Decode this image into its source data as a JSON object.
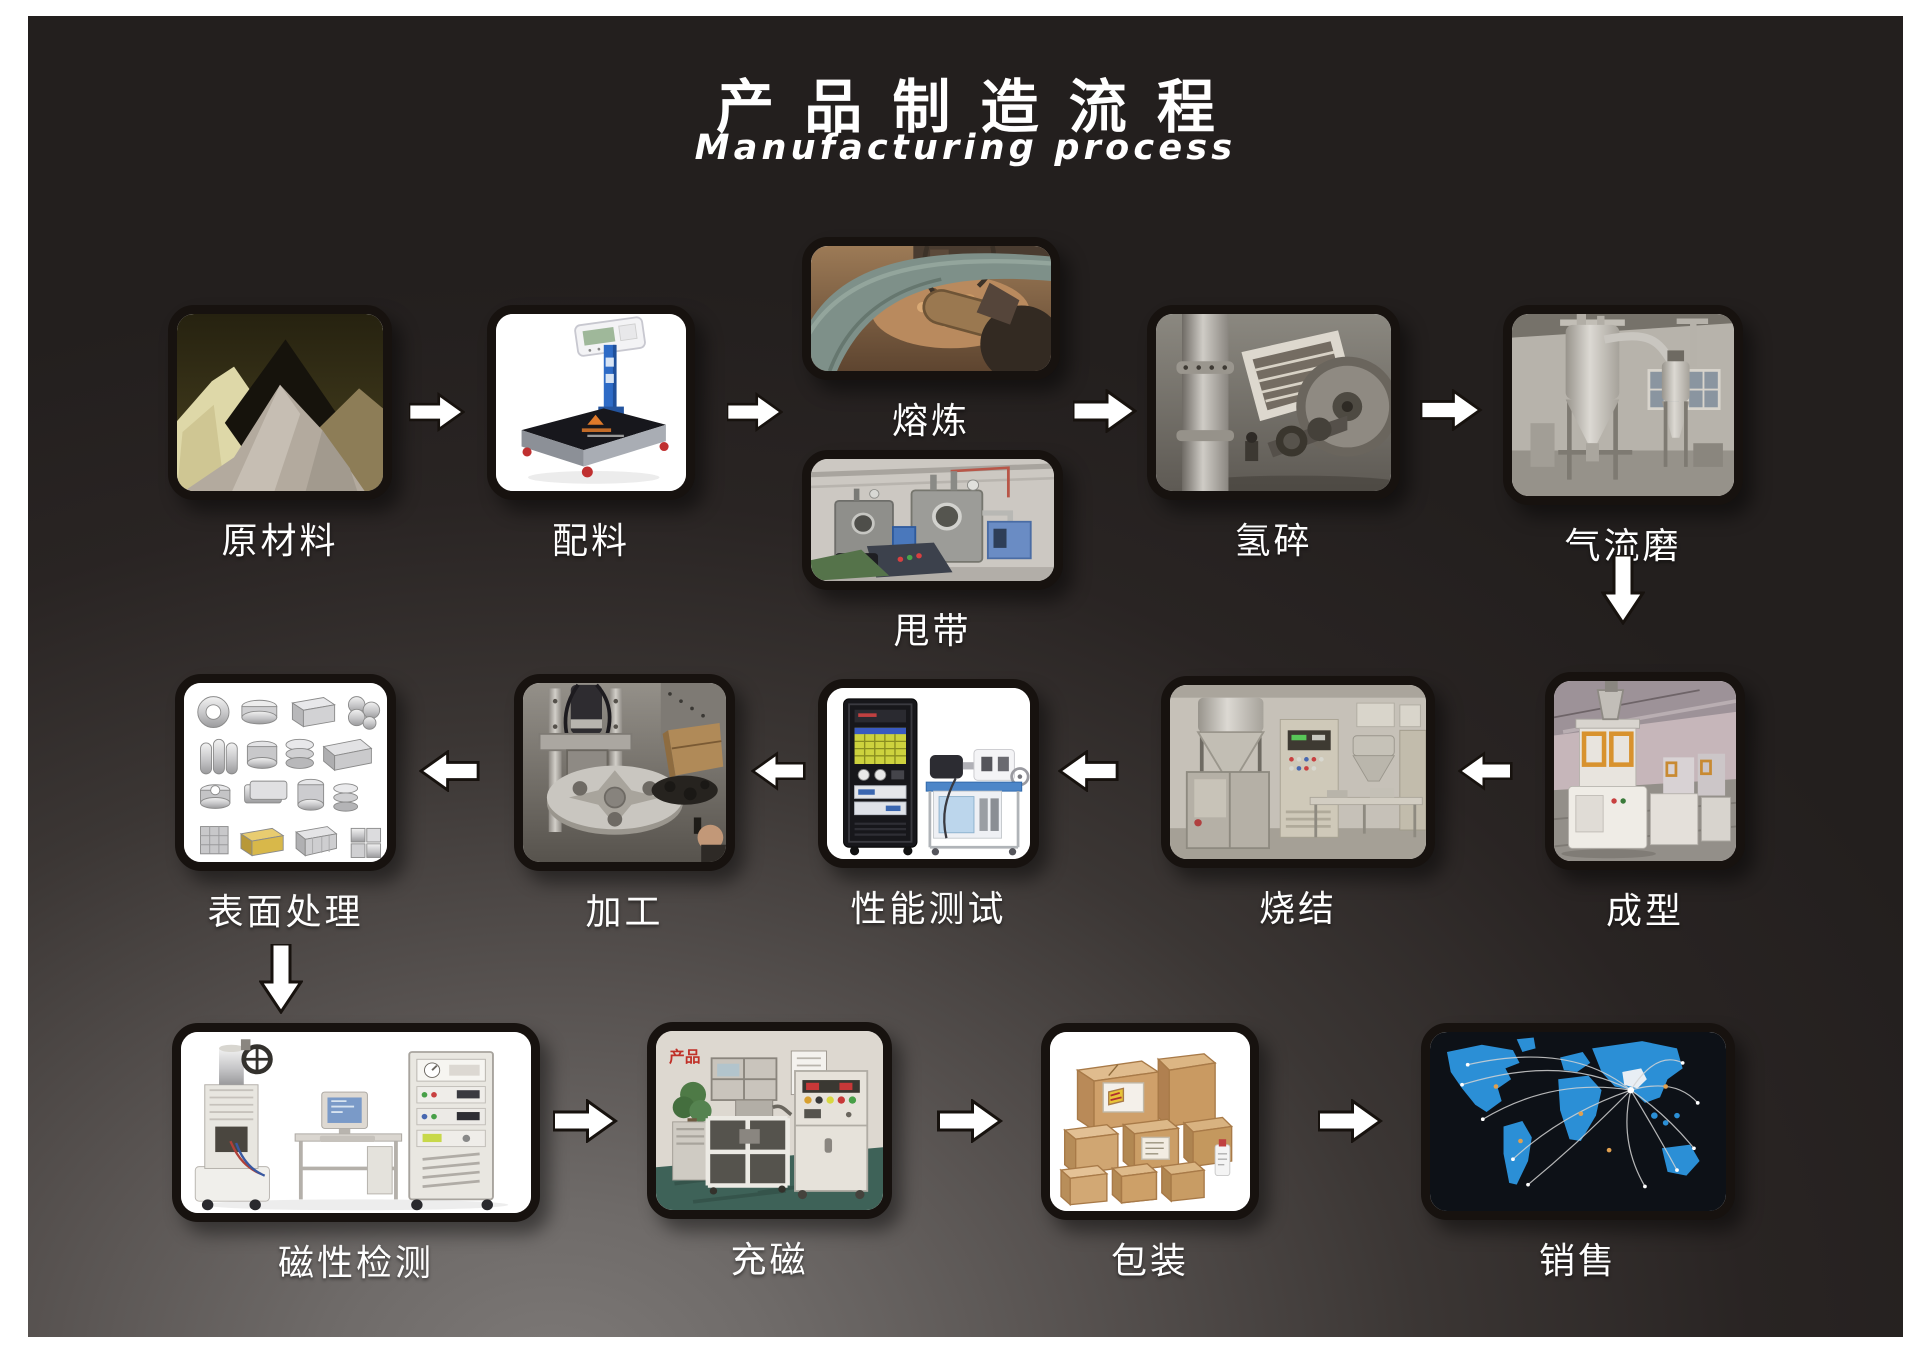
{
  "title": "产品制造流程",
  "subtitle": "Manufacturing process",
  "stages": [
    {
      "id": "raw-material",
      "label": "原材料"
    },
    {
      "id": "batching",
      "label": "配料"
    },
    {
      "id": "melting",
      "label": "熔炼"
    },
    {
      "id": "strip-casting",
      "label": "甩带"
    },
    {
      "id": "hydrogen-crushing",
      "label": "氢碎"
    },
    {
      "id": "jet-milling",
      "label": "气流磨"
    },
    {
      "id": "forming",
      "label": "成型"
    },
    {
      "id": "sintering",
      "label": "烧结"
    },
    {
      "id": "performance-testing",
      "label": "性能测试"
    },
    {
      "id": "machining",
      "label": "加工"
    },
    {
      "id": "surface-treatment",
      "label": "表面处理"
    },
    {
      "id": "magnetic-testing",
      "label": "磁性检测"
    },
    {
      "id": "magnetizing",
      "label": "充磁",
      "photo_text": "产品"
    },
    {
      "id": "packaging",
      "label": "包装"
    },
    {
      "id": "sales",
      "label": "销售"
    }
  ],
  "colors": {
    "page_background": "#ffffff",
    "panel_dark": "#231f1e",
    "panel_light": "#7d7977",
    "frame_border": "#17120f",
    "arrow_fill": "#ffffff",
    "arrow_outline": "#17120e",
    "label_text": "#ffffff",
    "map_ocean": "#0d1117",
    "map_land_blue": "#2b8fd6"
  }
}
